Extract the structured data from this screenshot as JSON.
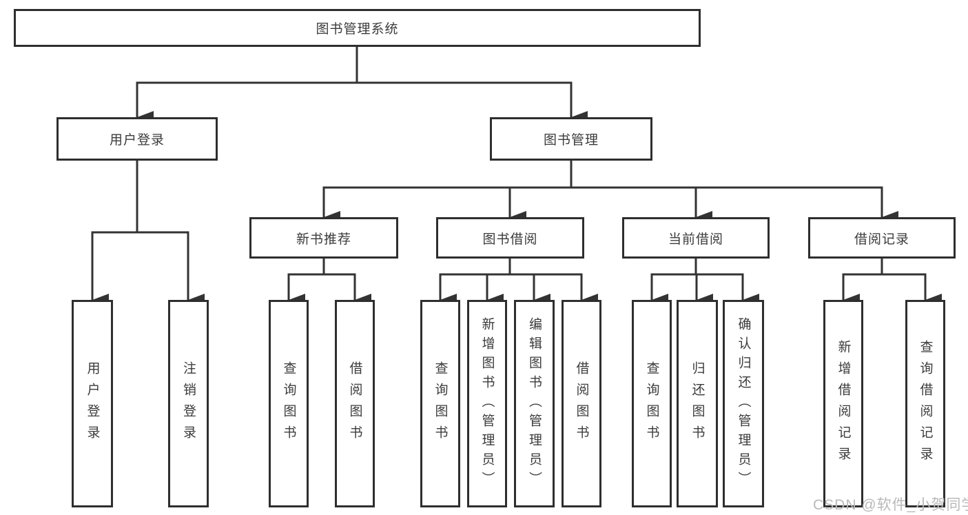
{
  "colors": {
    "border": "#2e2e2e",
    "line": "#333333",
    "text": "#3b3b3b",
    "watermark": "#b9b9b9",
    "background": "#ffffff"
  },
  "watermark": "CSDN @软件_小贺同学",
  "tree": {
    "root": {
      "label": "图书管理系统"
    },
    "branches": [
      {
        "label": "用户登录",
        "children": [
          {
            "label": "用户登录"
          },
          {
            "label": "注销登录"
          }
        ]
      },
      {
        "label": "图书管理",
        "sections": [
          {
            "label": "新书推荐",
            "children": [
              {
                "label": "查询图书"
              },
              {
                "label": "借阅图书"
              }
            ]
          },
          {
            "label": "图书借阅",
            "children": [
              {
                "label": "查询图书"
              },
              {
                "label": "新增图书（管理员）"
              },
              {
                "label": "编辑图书（管理员）"
              },
              {
                "label": "借阅图书"
              }
            ]
          },
          {
            "label": "当前借阅",
            "children": [
              {
                "label": "查询图书"
              },
              {
                "label": "归还图书"
              },
              {
                "label": "确认归还（管理员）"
              }
            ]
          },
          {
            "label": "借阅记录",
            "children": [
              {
                "label": "新增借阅记录"
              },
              {
                "label": "查询借阅记录"
              }
            ]
          }
        ]
      }
    ]
  }
}
